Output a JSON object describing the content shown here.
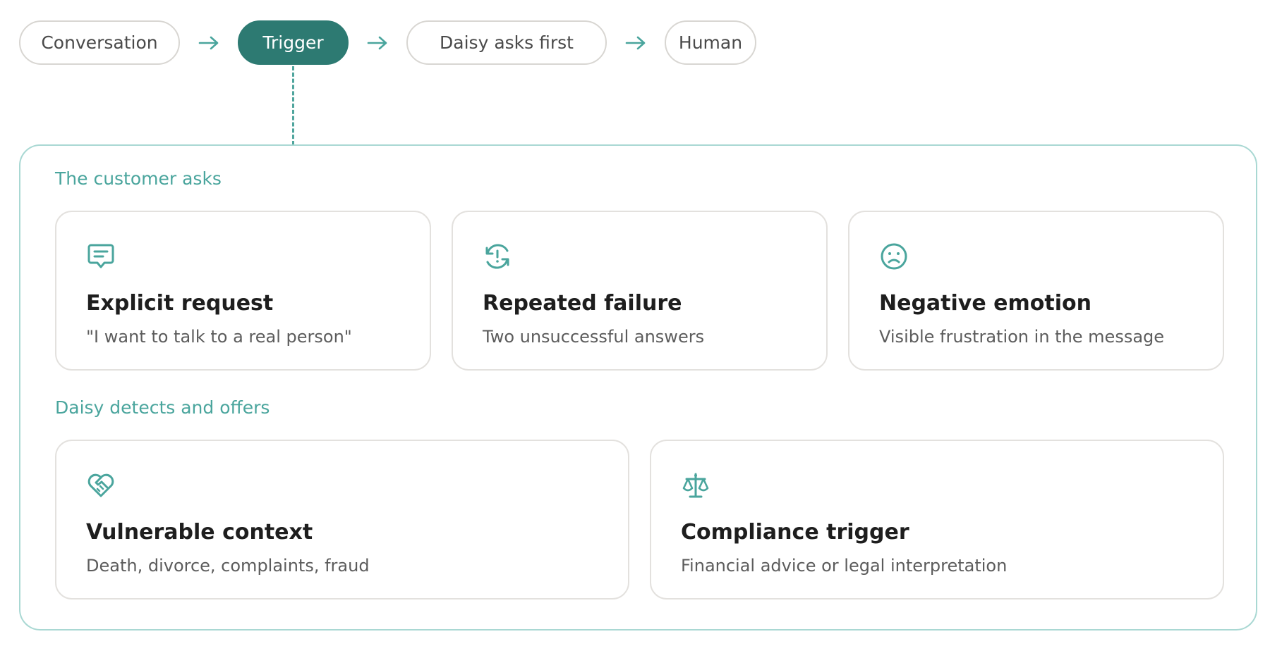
{
  "flow": {
    "steps": [
      {
        "label": "Conversation",
        "active": false
      },
      {
        "label": "Trigger",
        "active": true
      },
      {
        "label": "Daisy asks first",
        "active": false
      },
      {
        "label": "Human",
        "active": false
      }
    ]
  },
  "sections": [
    {
      "label": "The customer asks",
      "cards": [
        {
          "icon": "chat-message-icon",
          "title": "Explicit request",
          "description": "\"I want to talk to a real person\""
        },
        {
          "icon": "retry-alert-icon",
          "title": "Repeated failure",
          "description": "Two unsuccessful answers"
        },
        {
          "icon": "sad-face-icon",
          "title": "Negative emotion",
          "description": "Visible frustration in the message"
        }
      ]
    },
    {
      "label": "Daisy detects and offers",
      "cards": [
        {
          "icon": "heart-handshake-icon",
          "title": "Vulnerable context",
          "description": "Death, divorce, complaints, fraud"
        },
        {
          "icon": "scale-icon",
          "title": "Compliance trigger",
          "description": "Financial advice or legal interpretation"
        }
      ]
    }
  ],
  "colors": {
    "accent": "#2d7a72",
    "teal_light": "#4aa59d",
    "panel_border": "#a9d8d3",
    "card_border": "#e3e1de"
  }
}
